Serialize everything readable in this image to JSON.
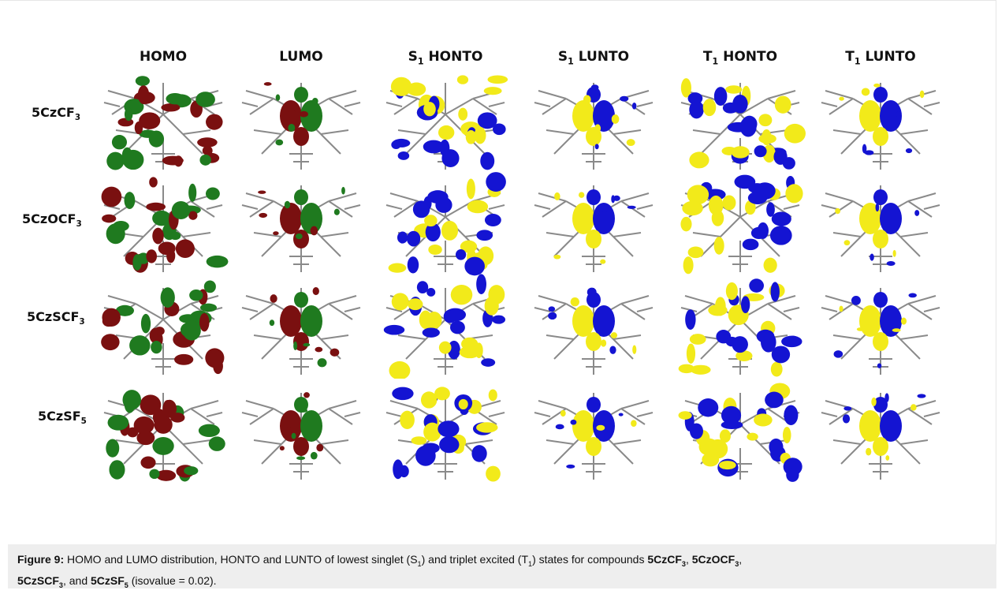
{
  "figure": {
    "columns": [
      {
        "main": "HOMO",
        "sub": ""
      },
      {
        "main": "LUMO",
        "sub": ""
      },
      {
        "main": "S",
        "sub": "1",
        "tail": " HONTO"
      },
      {
        "main": "S",
        "sub": "1",
        "tail": " LUNTO"
      },
      {
        "main": "T",
        "sub": "1",
        "tail": " HONTO"
      },
      {
        "main": "T",
        "sub": "1",
        "tail": " LUNTO"
      }
    ],
    "rows": [
      {
        "main": "5CzCF",
        "sub": "3"
      },
      {
        "main": "5CzOCF",
        "sub": "3"
      },
      {
        "main": "5CzSCF",
        "sub": "3"
      },
      {
        "main": "5CzSF",
        "sub": "5"
      }
    ],
    "colors": {
      "homo_pos": "#1f7a1f",
      "homo_neg": "#7a1010",
      "nto_pos": "#1414d2",
      "nto_neg": "#f2ea1a",
      "skeleton": "#8a8a8a"
    }
  },
  "caption": {
    "label": "Figure 9:",
    "text_1": " HOMO and LUMO distribution, HONTO and LUNTO of lowest singlet (S",
    "s_sub": "1",
    "text_2": ") and triplet excited (T",
    "t_sub": "1",
    "text_3": ") states for compounds ",
    "c1": "5CzCF",
    "c1_sub": "3",
    "sep1": ", ",
    "c2": "5CzOCF",
    "c2_sub": "3",
    "sep2": ", ",
    "c3": "5CzSCF",
    "c3_sub": "3",
    "sep3": ", and ",
    "c4": "5CzSF",
    "c4_sub": "5",
    "text_4": " (isovalue = 0.02)."
  }
}
